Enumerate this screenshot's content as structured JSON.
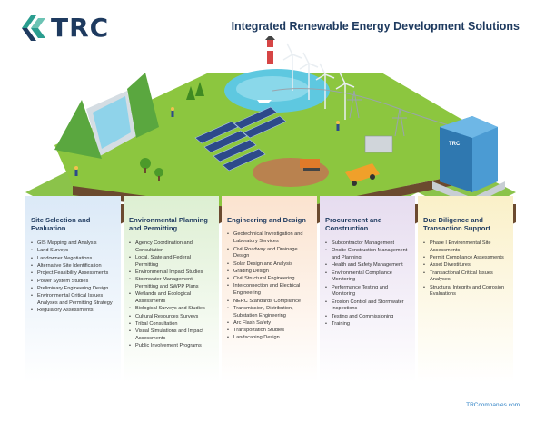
{
  "brand": {
    "name": "TRC",
    "accent": "#2a9d8f",
    "navy": "#1e3a5f"
  },
  "headline": "Integrated Renewable Energy Development Solutions",
  "columns": [
    {
      "title": "Site Selection and Evaluation",
      "items": [
        "GIS Mapping and Analysis",
        "Land Surveys",
        "Landowner Negotiations",
        "Alternative Site Identification",
        "Project Feasibility Assessments",
        "Power System Studies",
        "Preliminary Engineering Design",
        "Environmental Critical Issues Analyses and Permitting Strategy",
        "Regulatory Assessments"
      ]
    },
    {
      "title": "Environmental Planning and Permitting",
      "items": [
        "Agency Coordination and Consultation",
        "Local, State and Federal Permitting",
        "Environmental Impact Studies",
        "Stormwater Management Permitting and SWPP Plans",
        "Wetlands and Ecological Assessments",
        "Biological Surveys and Studies",
        "Cultural Resources Surveys",
        "Tribal Consultation",
        "Visual Simulations and Impact Assessments",
        "Public Involvement Programs"
      ]
    },
    {
      "title": "Engineering and Design",
      "items": [
        "Geotechnical Investigation and Laboratory Services",
        "Civil Roadway and Drainage Design",
        "Solar Design and Analysis",
        "Grading Design",
        "Civil Structural Engineering",
        "Interconnection and Electrical Engineering",
        "NERC Standards Compliance",
        "Transmission, Distribution, Substation Engineering",
        "Arc Flash Safety",
        "Transportation Studies",
        "Landscaping Design"
      ]
    },
    {
      "title": "Procurement and Construction",
      "items": [
        "Subcontractor Management",
        "Onsite Construction Management and Planning",
        "Health and Safety Management",
        "Environmental Compliance Monitoring",
        "Performance Testing and Monitoring",
        "Erosion Control and Stormwater Inspections",
        "Testing and Commissioning",
        "Training"
      ]
    },
    {
      "title": "Due Diligence and Transaction Support",
      "items": [
        "Phase I Environmental Site Assessments",
        "Permit Compliance Assessments",
        "Asset Divestitures",
        "Transactional Critical Issues Analyses",
        "Structural Integrity and Corrosion Evaluations"
      ]
    }
  ],
  "building_label": "TRC",
  "footer": "TRCcompanies.com"
}
